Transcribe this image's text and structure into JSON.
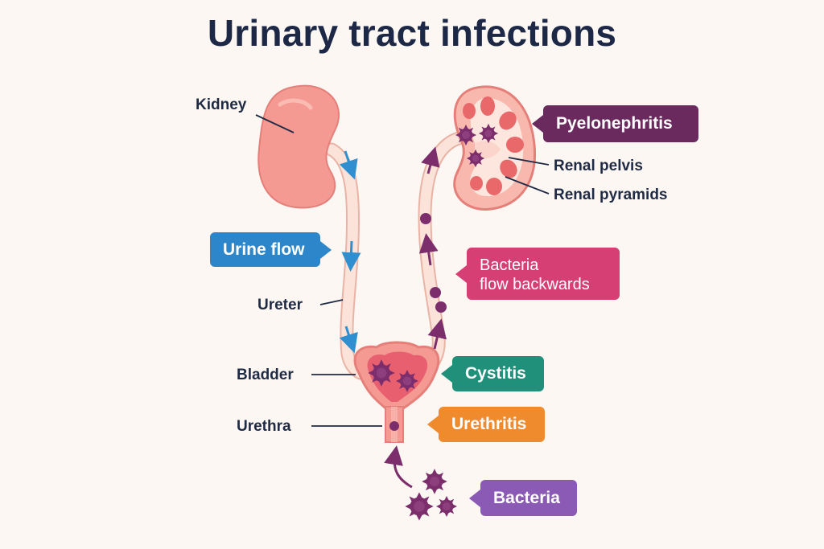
{
  "title": "Urinary tract infections",
  "labels": {
    "kidney": "Kidney",
    "ureter": "Ureter",
    "bladder": "Bladder",
    "urethra": "Urethra",
    "renal_pelvis": "Renal pelvis",
    "renal_pyramids": "Renal pyramids"
  },
  "callouts": {
    "pyelonephritis": "Pyelonephritis",
    "urine_flow": "Urine flow",
    "bacteria_backwards_line1": "Bacteria",
    "bacteria_backwards_line2": "flow backwards",
    "cystitis": "Cystitis",
    "urethritis": "Urethritis",
    "bacteria": "Bacteria"
  },
  "colors": {
    "background": "#fcf7f2",
    "kidney": "#f59a93",
    "ureter": "#fbe0d6",
    "bacteria": "#7b2e6b",
    "pyelonephritis": "#6b2a5e",
    "urine_flow": "#2c86c9",
    "bacteria_backwards": "#d63f74",
    "cystitis": "#20907b",
    "urethritis": "#ef8a2d",
    "bacteria_callout": "#8a5ab4",
    "flow_arrow": "#2f8fd0"
  }
}
